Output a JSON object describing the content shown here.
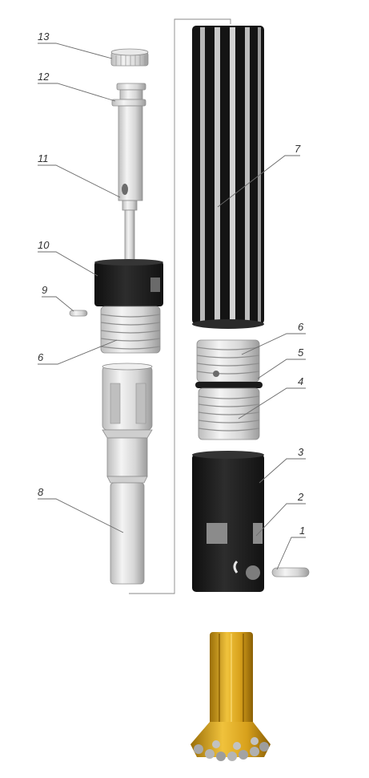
{
  "callouts": [
    {
      "id": "c13",
      "label": "13"
    },
    {
      "id": "c12",
      "label": "12"
    },
    {
      "id": "c11",
      "label": "11"
    },
    {
      "id": "c10",
      "label": "10"
    },
    {
      "id": "c9",
      "label": "9"
    },
    {
      "id": "c6a",
      "label": "6"
    },
    {
      "id": "c8",
      "label": "8"
    },
    {
      "id": "c7",
      "label": "7"
    },
    {
      "id": "c6b",
      "label": "6"
    },
    {
      "id": "c5",
      "label": "5"
    },
    {
      "id": "c4",
      "label": "4"
    },
    {
      "id": "c3",
      "label": "3"
    },
    {
      "id": "c2",
      "label": "2"
    },
    {
      "id": "c1",
      "label": "1"
    }
  ],
  "colors": {
    "steel": "#d9d9d9",
    "steel_dark": "#9a9a9a",
    "black_part": "#1c1c1c",
    "gold": "#d9a521",
    "carbide": "#a8a8a8"
  }
}
